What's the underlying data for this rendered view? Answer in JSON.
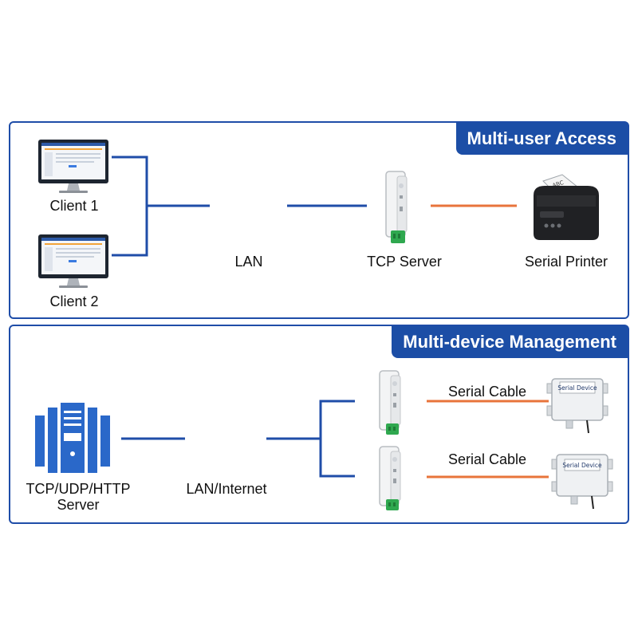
{
  "section1": {
    "title": "Multi-user Access",
    "labels": {
      "client1": "Client 1",
      "client2": "Client 2",
      "lan": "LAN",
      "tcp_server": "TCP Server",
      "printer": "Serial Printer"
    },
    "printer_paper_text": "ABC"
  },
  "section2": {
    "title": "Multi-device Management",
    "labels": {
      "server_line1": "TCP/UDP/HTTP",
      "server_line2": "Server",
      "network": "LAN/Internet",
      "cable1": "Serial Cable",
      "cable2": "Serial Cable"
    },
    "device_label_1": "Serial Device",
    "device_label_2": "Serial Device"
  },
  "colors": {
    "accent": "#1c4ea6",
    "network_line": "#1f4da8",
    "serial_line": "#e8743b",
    "module_green": "#2fa84f"
  },
  "icons": [
    "monitor-icon",
    "server-icon",
    "module-icon",
    "printer-icon",
    "sensor-box-icon"
  ]
}
